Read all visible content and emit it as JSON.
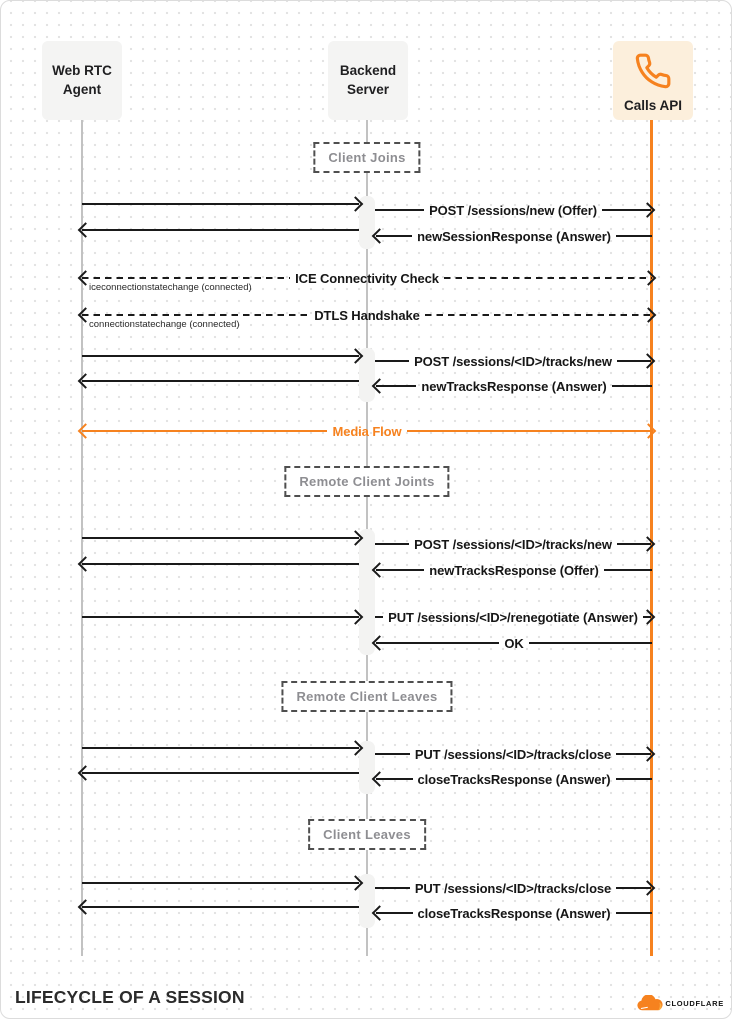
{
  "diagram_title": "LIFECYCLE OF A SESSION",
  "brand": {
    "name": "CLOUDFLARE"
  },
  "colors": {
    "accent_orange": "#f6821f",
    "line_dark": "#1a1a1a",
    "lifeline_gray": "#c2c2c2",
    "actor_bg": "#f4f4f3",
    "calls_api_bg": "#fcefdc",
    "section_label_gray": "#8e8e92"
  },
  "actors": [
    {
      "label": "Web RTC Agent"
    },
    {
      "label": "Backend Server"
    },
    {
      "label": "Calls API",
      "icon": "phone-icon"
    }
  ],
  "sections": {
    "client_joins": "Client Joins",
    "remote_client_joins": "Remote Client Joints",
    "remote_client_leaves": "Remote Client Leaves",
    "client_leaves": "Client Leaves"
  },
  "messages": {
    "post_sessions_new": "POST /sessions/new (Offer)",
    "new_session_response": "newSessionResponse (Answer)",
    "ice_connectivity_check": "ICE Connectivity Check",
    "ice_note": "iceconnectionstatechange (connected)",
    "dtls_handshake": "DTLS Handshake",
    "dtls_note": "connectionstatechange (connected)",
    "post_tracks_new_1": "POST /sessions/<ID>/tracks/new",
    "new_tracks_response_answer": "newTracksResponse (Answer)",
    "media_flow": "Media Flow",
    "post_tracks_new_2": "POST /sessions/<ID>/tracks/new",
    "new_tracks_response_offer": "newTracksResponse (Offer)",
    "put_renegotiate": "PUT /sessions/<ID>/renegotiate (Answer)",
    "ok": "OK",
    "put_tracks_close_1": "PUT /sessions/<ID>/tracks/close",
    "close_tracks_response_1": "closeTracksResponse (Answer)",
    "put_tracks_close_2": "PUT /sessions/<ID>/tracks/close",
    "close_tracks_response_2": "closeTracksResponse (Answer)"
  }
}
